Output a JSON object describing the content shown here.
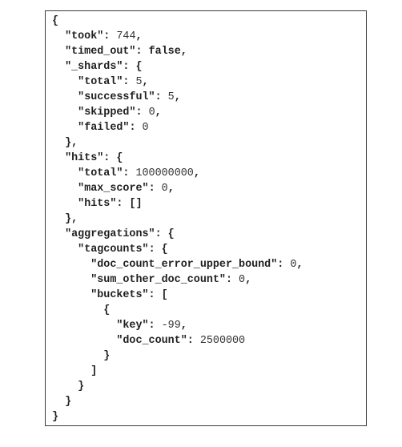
{
  "document": {
    "lines": [
      {
        "indent": "",
        "parts": [
          [
            "p",
            "{"
          ]
        ]
      },
      {
        "indent": "  ",
        "parts": [
          [
            "k",
            "\"took\""
          ],
          [
            "p",
            ": "
          ],
          [
            "n",
            "744"
          ],
          [
            "p",
            ","
          ]
        ]
      },
      {
        "indent": "  ",
        "parts": [
          [
            "k",
            "\"timed_out\""
          ],
          [
            "p",
            ": "
          ],
          [
            "b",
            "false"
          ],
          [
            "p",
            ","
          ]
        ]
      },
      {
        "indent": "  ",
        "parts": [
          [
            "k",
            "\"_shards\""
          ],
          [
            "p",
            ": {"
          ]
        ]
      },
      {
        "indent": "    ",
        "parts": [
          [
            "k",
            "\"total\""
          ],
          [
            "p",
            ": "
          ],
          [
            "n",
            "5"
          ],
          [
            "p",
            ","
          ]
        ]
      },
      {
        "indent": "    ",
        "parts": [
          [
            "k",
            "\"successful\""
          ],
          [
            "p",
            ": "
          ],
          [
            "n",
            "5"
          ],
          [
            "p",
            ","
          ]
        ]
      },
      {
        "indent": "    ",
        "parts": [
          [
            "k",
            "\"skipped\""
          ],
          [
            "p",
            ": "
          ],
          [
            "n",
            "0"
          ],
          [
            "p",
            ","
          ]
        ]
      },
      {
        "indent": "    ",
        "parts": [
          [
            "k",
            "\"failed\""
          ],
          [
            "p",
            ": "
          ],
          [
            "n",
            "0"
          ]
        ]
      },
      {
        "indent": "  ",
        "parts": [
          [
            "p",
            "},"
          ]
        ]
      },
      {
        "indent": "  ",
        "parts": [
          [
            "k",
            "\"hits\""
          ],
          [
            "p",
            ": {"
          ]
        ]
      },
      {
        "indent": "    ",
        "parts": [
          [
            "k",
            "\"total\""
          ],
          [
            "p",
            ": "
          ],
          [
            "n",
            "100000000"
          ],
          [
            "p",
            ","
          ]
        ]
      },
      {
        "indent": "    ",
        "parts": [
          [
            "k",
            "\"max_score\""
          ],
          [
            "p",
            ": "
          ],
          [
            "n",
            "0"
          ],
          [
            "p",
            ","
          ]
        ]
      },
      {
        "indent": "    ",
        "parts": [
          [
            "k",
            "\"hits\""
          ],
          [
            "p",
            ": []"
          ]
        ]
      },
      {
        "indent": "  ",
        "parts": [
          [
            "p",
            "},"
          ]
        ]
      },
      {
        "indent": "  ",
        "parts": [
          [
            "k",
            "\"aggregations\""
          ],
          [
            "p",
            ": {"
          ]
        ]
      },
      {
        "indent": "    ",
        "parts": [
          [
            "k",
            "\"tagcounts\""
          ],
          [
            "p",
            ": {"
          ]
        ]
      },
      {
        "indent": "      ",
        "parts": [
          [
            "k",
            "\"doc_count_error_upper_bound\""
          ],
          [
            "p",
            ": "
          ],
          [
            "n",
            "0"
          ],
          [
            "p",
            ","
          ]
        ]
      },
      {
        "indent": "      ",
        "parts": [
          [
            "k",
            "\"sum_other_doc_count\""
          ],
          [
            "p",
            ": "
          ],
          [
            "n",
            "0"
          ],
          [
            "p",
            ","
          ]
        ]
      },
      {
        "indent": "      ",
        "parts": [
          [
            "k",
            "\"buckets\""
          ],
          [
            "p",
            ": ["
          ]
        ]
      },
      {
        "indent": "        ",
        "parts": [
          [
            "p",
            "{"
          ]
        ]
      },
      {
        "indent": "          ",
        "parts": [
          [
            "k",
            "\"key\""
          ],
          [
            "p",
            ": "
          ],
          [
            "n",
            "-99"
          ],
          [
            "p",
            ","
          ]
        ]
      },
      {
        "indent": "          ",
        "parts": [
          [
            "k",
            "\"doc_count\""
          ],
          [
            "p",
            ": "
          ],
          [
            "n",
            "2500000"
          ]
        ]
      },
      {
        "indent": "        ",
        "parts": [
          [
            "p",
            "}"
          ]
        ]
      },
      {
        "indent": "      ",
        "parts": [
          [
            "p",
            "]"
          ]
        ]
      },
      {
        "indent": "    ",
        "parts": [
          [
            "p",
            "}"
          ]
        ]
      },
      {
        "indent": "  ",
        "parts": [
          [
            "p",
            "}"
          ]
        ]
      },
      {
        "indent": "",
        "parts": [
          [
            "p",
            "}"
          ]
        ]
      }
    ]
  }
}
